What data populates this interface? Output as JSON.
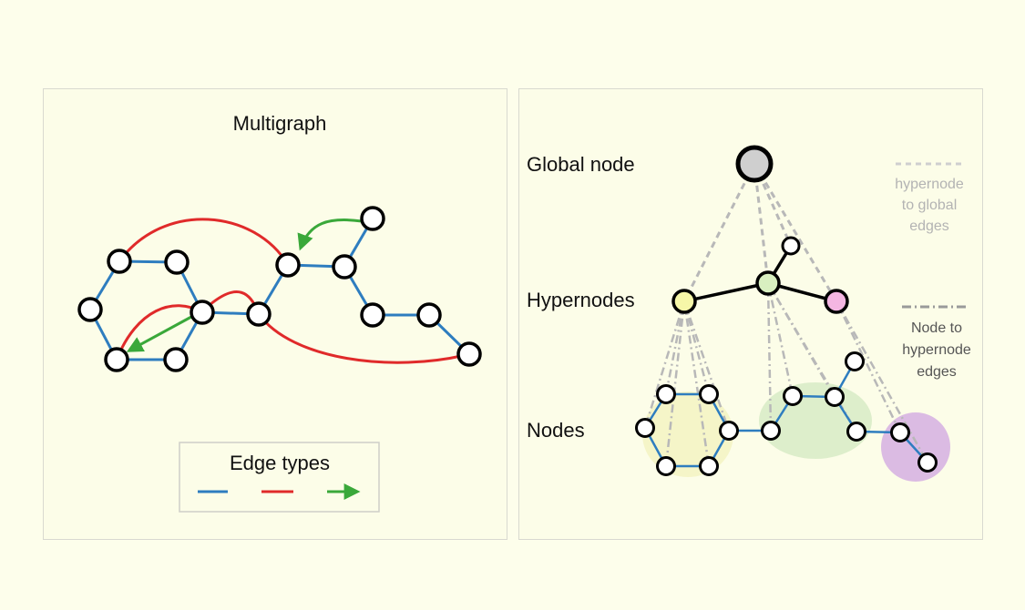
{
  "left_panel": {
    "title": "Multigraph",
    "legend_title": "Edge types",
    "edge_colors": {
      "blue": "#2e7dbf",
      "red": "#e02a2a",
      "green": "#3aa83a"
    }
  },
  "right_panel": {
    "labels": {
      "global": "Global node",
      "hyper": "Hypernodes",
      "nodes": "Nodes"
    },
    "legend_hyper_to_global": [
      "hypernode",
      "to global",
      "edges"
    ],
    "legend_node_to_hyper": [
      "Node to",
      "hypernode",
      "edges"
    ],
    "colors": {
      "global_node": "#cfcfcf",
      "hyper_yellow": "#f6f7a8",
      "hyper_green": "#d8efc0",
      "hyper_pink": "#f4b6e2",
      "region_yellow": "#f4f4c4",
      "region_green": "#d9ecc8",
      "region_purple": "#d9b7e3"
    }
  }
}
